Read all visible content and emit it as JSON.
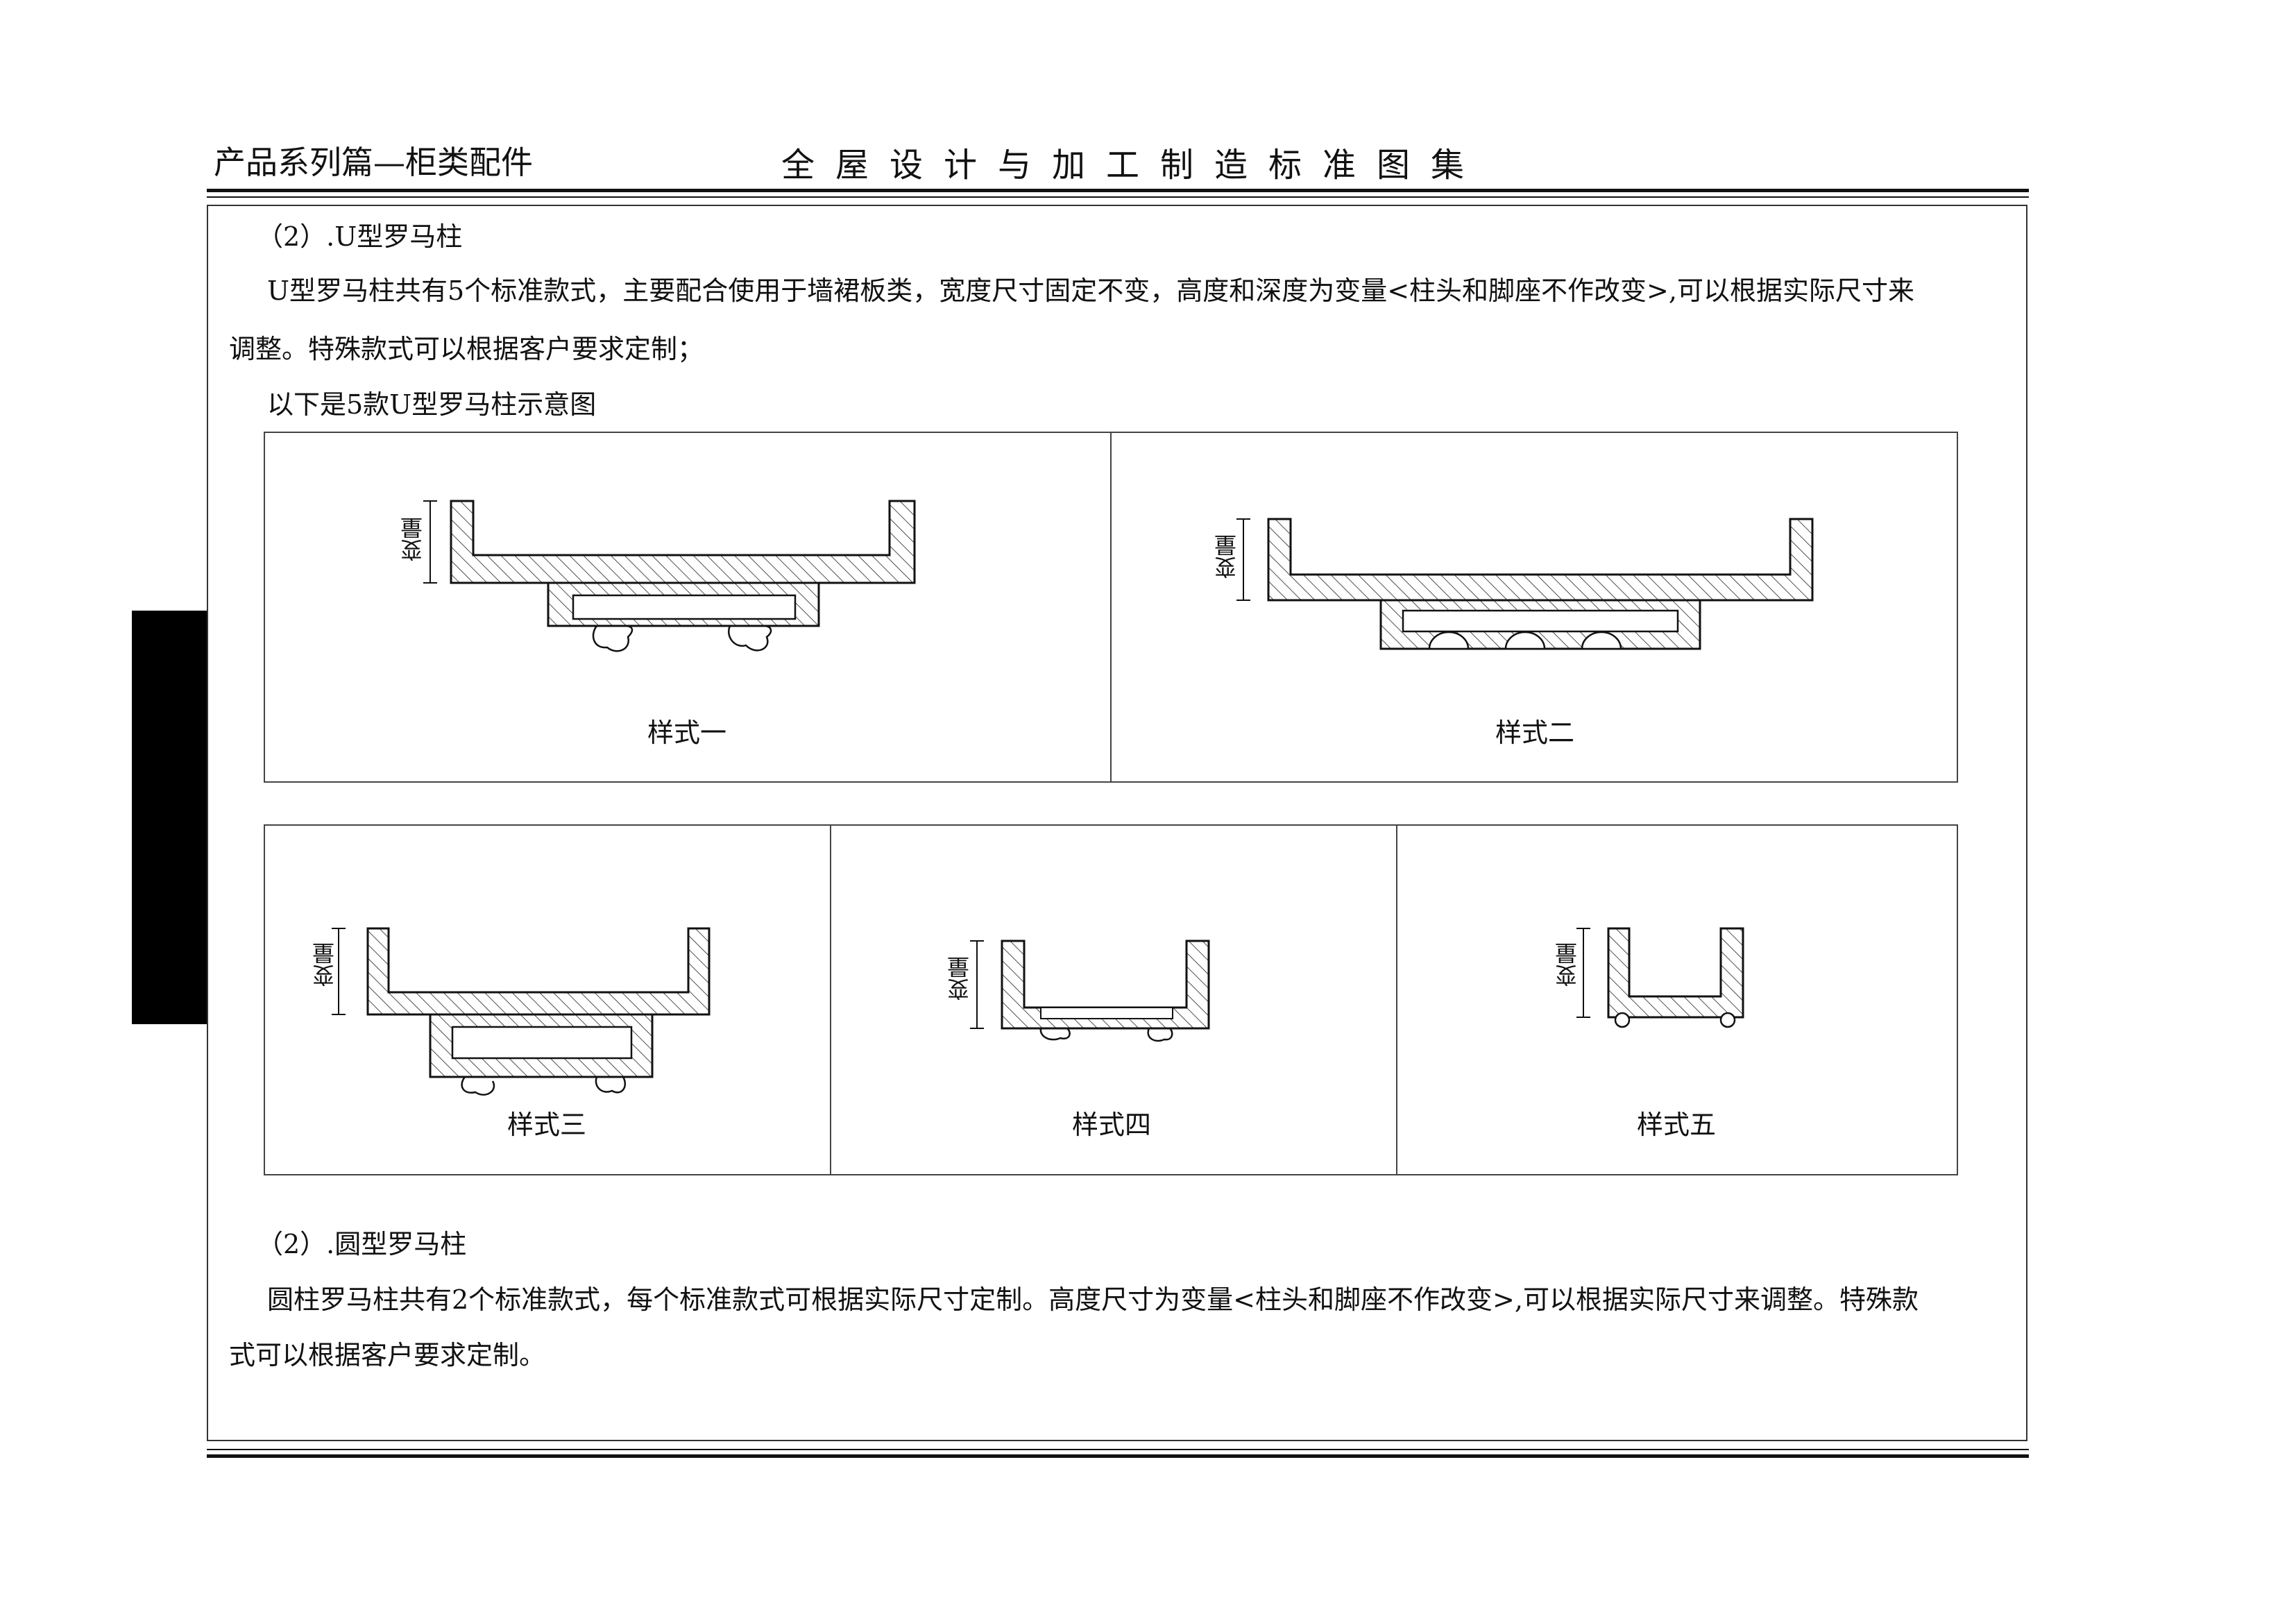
{
  "header": {
    "left_title": "产品系列篇—柜类配件",
    "center_title": "全屋设计与加工制造标准图集"
  },
  "section_u": {
    "heading": "（2）.U型罗马柱",
    "para_line1": "U型罗马柱共有5个标准款式，主要配合使用于墙裙板类，宽度尺寸固定不变，高度和深度为变量<柱头和脚座不作改变>,可以根据实际尺寸来",
    "para_line2": "调整。特殊款式可以根据客户要求定制；",
    "intro": "以下是5款U型罗马柱示意图"
  },
  "diagrams": {
    "dim_label": "变量",
    "captions": [
      "样式一",
      "样式二",
      "样式三",
      "样式四",
      "样式五"
    ]
  },
  "section_round": {
    "heading": "（2）.圆型罗马柱",
    "para_line1": "圆柱罗马柱共有2个标准款式，每个标准款式可根据实际尺寸定制。高度尺寸为变量<柱头和脚座不作改变>,可以根据实际尺寸来调整。特殊款",
    "para_line2": "式可以根据客户要求定制。"
  }
}
